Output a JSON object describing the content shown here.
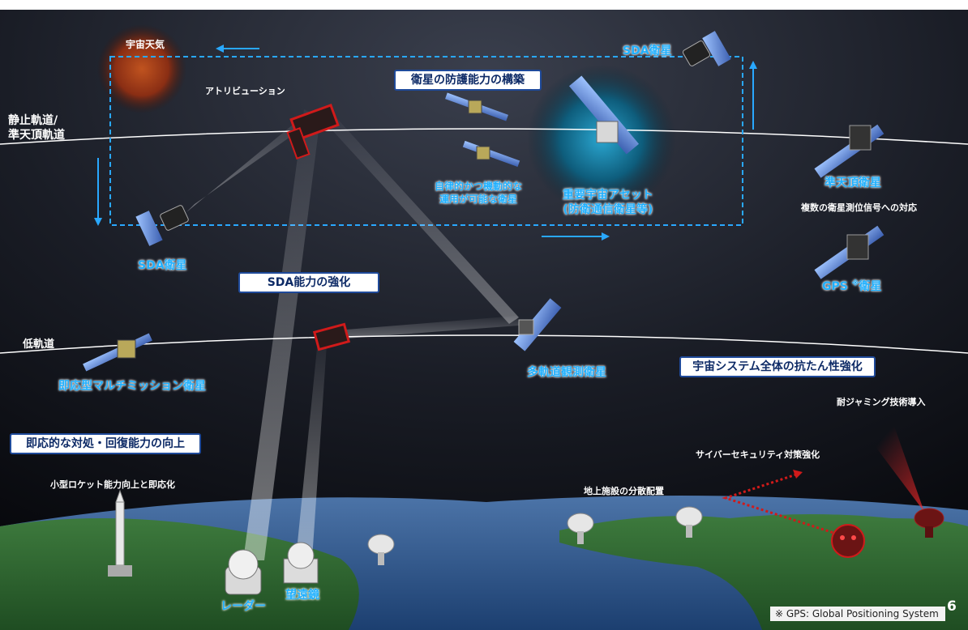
{
  "labels": {
    "space_weather": "宇宙天気",
    "attribution": "アトリビューション",
    "geo_orbit": "静止軌道/\n準天頂軌道",
    "leo_orbit": "低軌道",
    "sda_sat_top": "SDA衛星",
    "sda_sat_left": "SDA衛星",
    "autonomous_sat": "自律的かつ機動的な\n運用が可能な衛星",
    "key_asset": "重要宇宙アセット\n(防衛通信衛星等)",
    "qzss": "準天頂衛星",
    "multi_signal": "複数の衛星測位信号への対応",
    "gps_sat": "GPS",
    "gps_mark": "※",
    "gps_sat_suffix": "衛星",
    "responsive_sat": "即応型マルチミッション衛星",
    "multi_orbit_sat": "多軌道観測衛星",
    "anti_jamming": "耐ジャミング技術導入",
    "cyber": "サイバーセキュリティ対策強化",
    "ground_dispersal": "地上施設の分散配置",
    "small_rocket": "小型ロケット能力向上と即応化",
    "radar": "レーダー",
    "telescope": "望遠鏡"
  },
  "boxes": {
    "protection": "衛星の防護能力の構築",
    "sda": "SDA能力の強化",
    "resilience": "宇宙システム全体の抗たん性強化",
    "responsive": "即応的な対処・回復能力の向上"
  },
  "footnote": "※ GPS: Global Positioning System",
  "page_number": "6",
  "colors": {
    "label_blue": "#1fb0ff",
    "box_text": "#0d2a66",
    "threat_red": "#d01a1a",
    "orbit_line": "#ffffff",
    "dashed_box": "#29a8ff"
  }
}
